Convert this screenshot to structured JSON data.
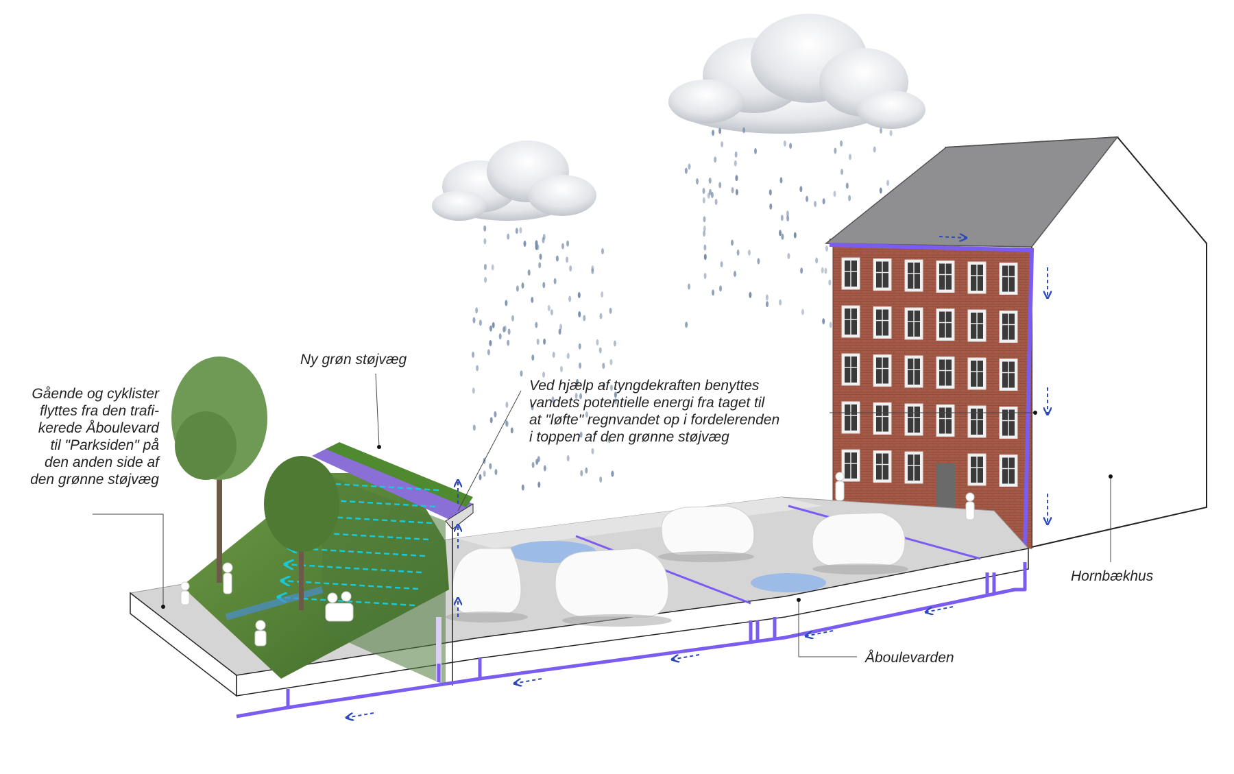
{
  "labels": {
    "pedestrians": [
      "Gående og cyklister",
      "flyttes fra den trafi-",
      "kerede Åboulevard",
      "til \"Parksiden\"  på",
      "den anden side af",
      "den grønne støjvæg"
    ],
    "noise_wall": "Ny grøn støjvæg",
    "gravity": [
      "Ved hjælp af tyngdekraften benyttes",
      "vandets potentielle energi fra taget til",
      "at \"løfte\" regnvandet op i fordelerenden",
      "i toppen af den grønne støjvæg"
    ],
    "building": "Hornbækhus",
    "street": "Åboulevarden"
  },
  "colors": {
    "pipe": "#7b5cf0",
    "flow_arrow": "#2d49b8",
    "wall_arrow": "#19c9d8",
    "brick": "#a45a48",
    "roof": "#8e8e90",
    "rain": "#6f86a6",
    "puddle": "#9cbbe6",
    "greenery": "#5f8f3a"
  }
}
